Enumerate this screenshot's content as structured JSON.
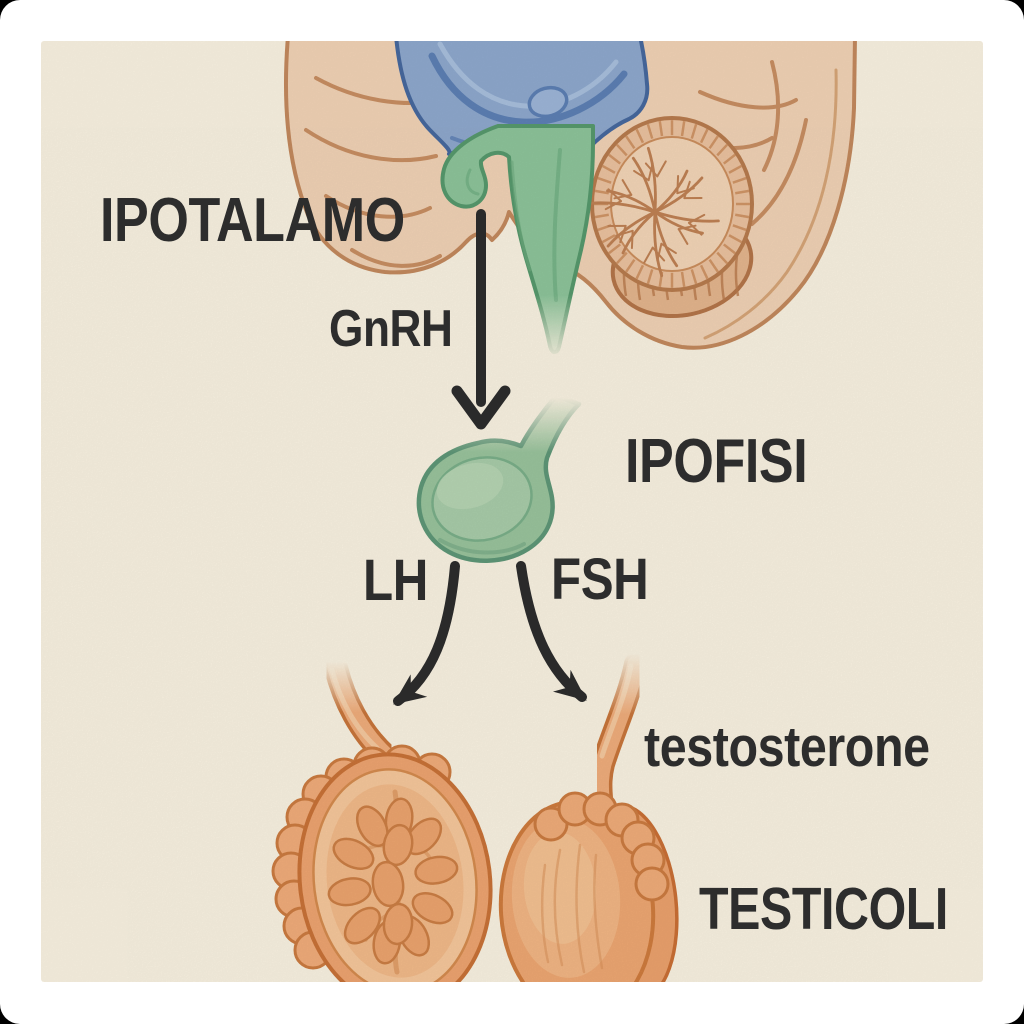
{
  "page": {
    "frame_color": "#ffffff",
    "panel_color": "#faf3e2",
    "ink_color": "#2d2d2d"
  },
  "diagram": {
    "language": "Italian",
    "labels": {
      "hypothalamus": "IPOTALAMO",
      "gnrh": "GnRH",
      "pituitary": "IPOFISI",
      "lh": "LH",
      "fsh": "FSH",
      "testosterone": "testosterone",
      "testes": "TESTICOLI"
    },
    "pathway": [
      {
        "from": "IPOTALAMO",
        "hormone": "GnRH",
        "to": "IPOFISI"
      },
      {
        "from": "IPOFISI",
        "hormone": "LH",
        "to": "TESTICOLI"
      },
      {
        "from": "IPOFISI",
        "hormone": "FSH",
        "to": "TESTICOLI"
      },
      {
        "produced_by": "TESTICOLI",
        "hormone": "testosterone"
      }
    ],
    "colors": {
      "ink": "#2d2d2d",
      "panel_cream": "#faf3e2",
      "brain_beige": "#f2d3b6",
      "brain_outline": "#c48a5e",
      "hypothalamus_blue": "#8fa9ce",
      "brainstem_green": "#8ec59b",
      "pituitary_green": "#9ac49d",
      "testis_orange": "#efa571"
    }
  }
}
